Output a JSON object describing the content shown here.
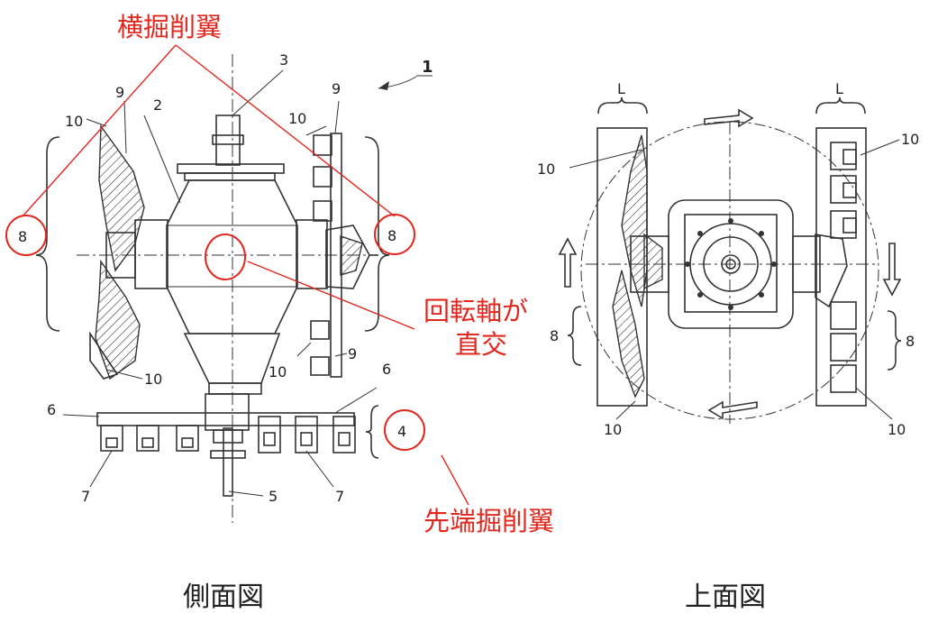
{
  "annotations": {
    "side_wing": "横掘削翼",
    "axis_orthogonal_line1": "回転軸が",
    "axis_orthogonal_line2": "直交",
    "tip_wing": "先端掘削翼"
  },
  "captions": {
    "side_view": "側面図",
    "top_view": "上面図"
  },
  "side_view_labels": {
    "l1": "1",
    "l2": "2",
    "l3": "3",
    "l9a": "9",
    "l9b": "9",
    "l9c": "9",
    "l10a": "10",
    "l10b": "10",
    "l10c": "10",
    "l10d": "10",
    "l8a": "8",
    "l8b": "8",
    "l6a": "6",
    "l6b": "6",
    "l4": "4",
    "l5": "5",
    "l7a": "7",
    "l7b": "7"
  },
  "top_view_labels": {
    "La": "L",
    "Lb": "L",
    "l10a": "10",
    "l10b": "10",
    "l10c": "10",
    "l10d": "10",
    "l8a": "8",
    "l8b": "8"
  },
  "colors": {
    "annotation_red": "#e0281e",
    "line": "#333333"
  }
}
